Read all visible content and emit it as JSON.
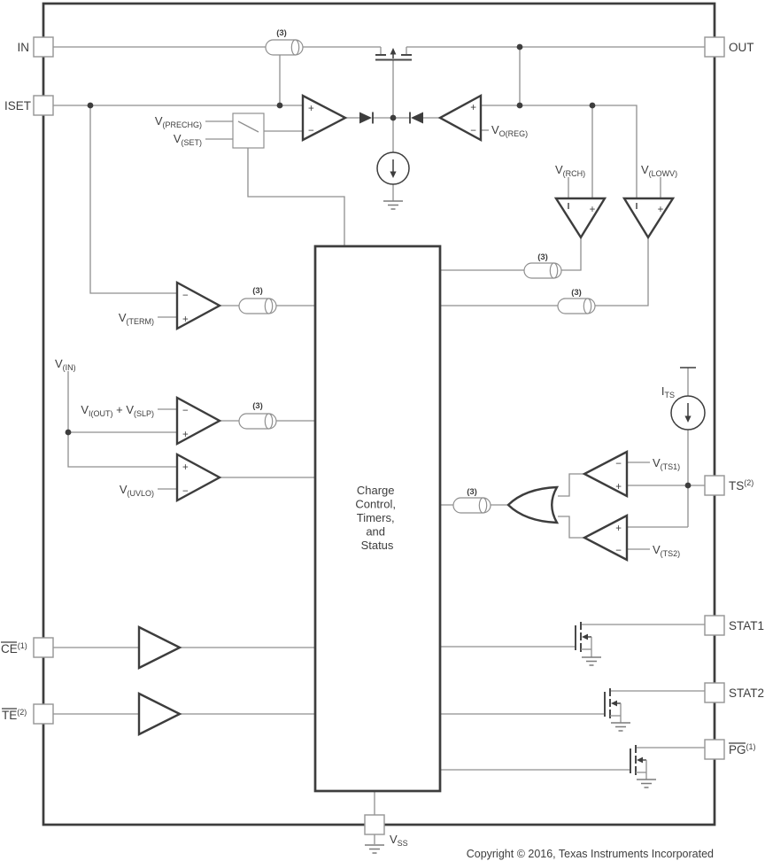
{
  "diagram": {
    "glyphs": {
      "plus": "+",
      "minus": "−"
    },
    "bus": {
      "label": "(3)"
    },
    "colors": {
      "line_dark": "#3d3d3d",
      "wire_gray": "#8f8f8f",
      "background": "#ffffff"
    },
    "pins": {
      "in": {
        "label": "IN"
      },
      "iset": {
        "label": "ISET"
      },
      "ce": {
        "label": "CE",
        "sup": "(1)"
      },
      "te": {
        "label": "TE",
        "sup": "(2)"
      },
      "out": {
        "label": "OUT"
      },
      "ts": {
        "label": "TS",
        "sup": "(2)"
      },
      "stat1": {
        "label": "STAT1"
      },
      "stat2": {
        "label": "STAT2"
      },
      "pg": {
        "label": "PG",
        "sup": "(1)"
      },
      "vss": {
        "main": "V",
        "sub": "SS"
      }
    },
    "signals": {
      "vprechg": {
        "main": "V",
        "sub": "(PRECHG)"
      },
      "vset": {
        "main": "V",
        "sub": "(SET)"
      },
      "voreg": {
        "main": "V",
        "sub": "O(REG)"
      },
      "vrch": {
        "main": "V",
        "sub": "(RCH)"
      },
      "vlowv": {
        "main": "V",
        "sub": "(LOWV)"
      },
      "vterm": {
        "main": "V",
        "sub": "(TERM)"
      },
      "vin": {
        "main": "V",
        "sub": "(IN)"
      },
      "vioutslp": {
        "main1": "V",
        "sub1": "I(OUT)",
        "mid": " + ",
        "main2": "V",
        "sub2": "(SLP)"
      },
      "vuvlo": {
        "main": "V",
        "sub": "(UVLO)"
      },
      "its": {
        "main": "I",
        "sub": "TS"
      },
      "vts1": {
        "main": "V",
        "sub": "(TS1)"
      },
      "vts2": {
        "main": "V",
        "sub": "(TS2)"
      }
    },
    "block": {
      "line1": "Charge",
      "line2": "Control,",
      "line3": "Timers,",
      "line4": "and",
      "line5": "Status"
    },
    "footer": {
      "copyright": "Copyright © 2016, Texas Instruments Incorporated"
    }
  }
}
